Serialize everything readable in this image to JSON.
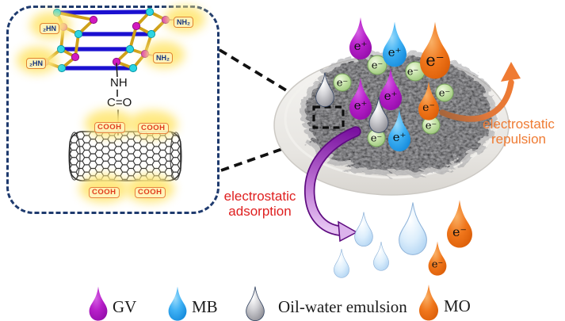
{
  "figure": {
    "type": "scientific-schematic",
    "description": "Amine-functionalized carbon nanotube membrane on a dish showing electrostatic adsorption of positively charged dyes and repulsion of negatively charged dye"
  },
  "callout": {
    "amines": [
      "₂HN",
      "₂HN",
      "NH₂",
      "NH₂"
    ],
    "amide_nh": "NH",
    "carbonyl": "C=O",
    "cooh_labels": [
      "COOH",
      "COOH",
      "COOH",
      "COOH"
    ]
  },
  "annotations": {
    "adsorption": "electrostatic adsorption",
    "repulsion": "electrostatic repulsion"
  },
  "charges": {
    "gv": "e⁺",
    "mb": "e⁺",
    "mo": "e⁻",
    "membrane_surface": "e⁻"
  },
  "legend": {
    "items": [
      {
        "symbol": "purple-droplet",
        "label": "GV",
        "color": "#b71fc9"
      },
      {
        "symbol": "blue-droplet",
        "label": "MB",
        "color": "#2aa7f2"
      },
      {
        "symbol": "gray-droplet",
        "label": "Oil-water emulsion",
        "color": "#a9a9ad"
      },
      {
        "symbol": "orange-droplet",
        "label": "MO",
        "color": "#ef6c0e"
      }
    ]
  },
  "colors": {
    "adsorption_text": "#df2020",
    "repulsion_text": "#ef7b33",
    "surface_charge_green": "#a9cf8a",
    "callout_border": "#1e3a6e",
    "membrane": "#3e3e41",
    "dish": "#e8e6e2"
  }
}
